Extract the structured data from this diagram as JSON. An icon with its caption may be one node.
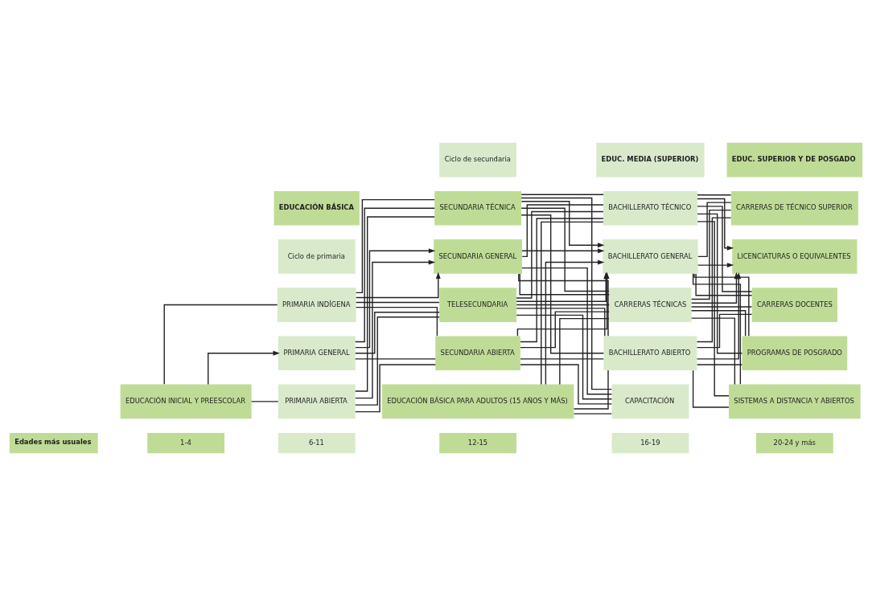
{
  "diagram": {
    "nodes": [
      {
        "text": [
          "EDUCACIÓN BÁSICA"
        ]
      },
      {
        "text": [
          "EDUC. MEDIA (SUPERIOR)"
        ]
      },
      {
        "text": [
          "EDUC. SUPERIOR Y DE POSGADO"
        ]
      },
      {
        "text": [
          "Ciclo de primaria"
        ]
      },
      {
        "text": [
          "Ciclo de secundaria"
        ]
      },
      {
        "text": [
          "EDUCACIÓN INICIAL Y PREESCOLAR"
        ]
      },
      {
        "text": [
          "PRIMARIA INDÍGENA"
        ]
      },
      {
        "text": [
          "SECUNDARIA TÉCNICA"
        ]
      },
      {
        "text": [
          "BACHILLERATO TÉCNICO"
        ]
      },
      {
        "text": [
          "CARRERAS DE TÉCNICO SUPERIOR"
        ]
      },
      {
        "text": [
          "PRIMARIA GENERAL"
        ]
      },
      {
        "text": [
          "SECUNDARIA GENERAL"
        ]
      },
      {
        "text": [
          "BACHILLERATO GENERAL"
        ]
      },
      {
        "text": [
          "LICENCIATURAS O EQUIVALENTES"
        ]
      },
      {
        "text": [
          "PRIMARIA ABIERTA"
        ]
      },
      {
        "text": [
          "TELESECUNDARIA"
        ]
      },
      {
        "text": [
          "CARRERAS TÉCNICAS"
        ]
      },
      {
        "text": [
          "CARRERAS DOCENTES"
        ]
      },
      {
        "text": [
          "SECUNDARIA ABIERTA"
        ]
      },
      {
        "text": [
          "BACHILLERATO ABIERTO"
        ]
      },
      {
        "text": [
          "PROGRAMAS DE POSGRADO"
        ]
      },
      {
        "text": [
          "EDUCACIÓN BÁSICA PARA ADULTOS (15 AÑOS Y MÁS)"
        ]
      },
      {
        "text": [
          "CAPACITACIÓN"
        ]
      },
      {
        "text": [
          "SISTEMAS A DISTANCIA Y ABIERTOS"
        ]
      },
      {
        "text": [
          "Edades más usuales"
        ]
      },
      {
        "text": [
          "1-4"
        ]
      },
      {
        "text": [
          "6-11"
        ]
      },
      {
        "text": [
          "12-15"
        ]
      },
      {
        "text": [
          "16-19"
        ]
      },
      {
        "text": [
          "20-24 y más"
        ]
      }
    ],
    "edges": [
      {
        "from": 5,
        "to": 6,
        "arrow": "none"
      },
      {
        "from": 5,
        "to": 10,
        "arrow": "to"
      },
      {
        "from": 5,
        "to": 14,
        "arrow": "none"
      },
      {
        "from": 6,
        "to": 7,
        "arrow": "none"
      },
      {
        "from": 6,
        "to": 11,
        "arrow": "to"
      },
      {
        "from": 6,
        "to": 15,
        "arrow": "none"
      },
      {
        "from": 6,
        "to": 18,
        "arrow": "none"
      },
      {
        "from": 10,
        "to": 7,
        "arrow": "none"
      },
      {
        "from": 10,
        "to": 11,
        "arrow": "to"
      },
      {
        "from": 10,
        "to": 15,
        "arrow": "none"
      },
      {
        "from": 10,
        "to": 18,
        "arrow": "none"
      },
      {
        "from": 14,
        "to": 7,
        "arrow": "none"
      },
      {
        "from": 14,
        "to": 11,
        "arrow": "to"
      },
      {
        "from": 14,
        "to": 15,
        "arrow": "none"
      },
      {
        "from": 14,
        "to": 18,
        "arrow": "none"
      },
      {
        "from": 7,
        "to": 8,
        "arrow": "none"
      },
      {
        "from": 7,
        "to": 12,
        "arrow": "to"
      },
      {
        "from": 7,
        "to": 16,
        "arrow": "none"
      },
      {
        "from": 7,
        "to": 19,
        "arrow": "none"
      },
      {
        "from": 7,
        "to": 22,
        "arrow": "none"
      },
      {
        "from": 11,
        "to": 8,
        "arrow": "none"
      },
      {
        "from": 11,
        "to": 12,
        "arrow": "to"
      },
      {
        "from": 11,
        "to": 16,
        "arrow": "none"
      },
      {
        "from": 11,
        "to": 19,
        "arrow": "none"
      },
      {
        "from": 11,
        "to": 22,
        "arrow": "none"
      },
      {
        "from": 15,
        "to": 8,
        "arrow": "none"
      },
      {
        "from": 15,
        "to": 12,
        "arrow": "to"
      },
      {
        "from": 15,
        "to": 16,
        "arrow": "none"
      },
      {
        "from": 15,
        "to": 19,
        "arrow": "none"
      },
      {
        "from": 15,
        "to": 22,
        "arrow": "none"
      },
      {
        "from": 18,
        "to": 8,
        "arrow": "none"
      },
      {
        "from": 18,
        "to": 12,
        "arrow": "to"
      },
      {
        "from": 18,
        "to": 16,
        "arrow": "none"
      },
      {
        "from": 18,
        "to": 19,
        "arrow": "none"
      },
      {
        "from": 18,
        "to": 22,
        "arrow": "none"
      },
      {
        "from": 21,
        "to": 8,
        "arrow": "none"
      },
      {
        "from": 21,
        "to": 12,
        "arrow": "to"
      },
      {
        "from": 21,
        "to": 16,
        "arrow": "none"
      },
      {
        "from": 21,
        "to": 19,
        "arrow": "none"
      },
      {
        "from": 21,
        "to": 22,
        "arrow": "none"
      },
      {
        "from": 8,
        "to": 9,
        "arrow": "none"
      },
      {
        "from": 8,
        "to": 13,
        "arrow": "to"
      },
      {
        "from": 8,
        "to": 17,
        "arrow": "none"
      },
      {
        "from": 8,
        "to": 20,
        "arrow": "none"
      },
      {
        "from": 8,
        "to": 23,
        "arrow": "none"
      },
      {
        "from": 12,
        "to": 9,
        "arrow": "none"
      },
      {
        "from": 12,
        "to": 13,
        "arrow": "to"
      },
      {
        "from": 12,
        "to": 17,
        "arrow": "none"
      },
      {
        "from": 12,
        "to": 20,
        "arrow": "none"
      },
      {
        "from": 12,
        "to": 23,
        "arrow": "none"
      },
      {
        "from": 16,
        "to": 9,
        "arrow": "none"
      },
      {
        "from": 16,
        "to": 13,
        "arrow": "to"
      },
      {
        "from": 16,
        "to": 17,
        "arrow": "none"
      },
      {
        "from": 16,
        "to": 20,
        "arrow": "none"
      },
      {
        "from": 16,
        "to": 23,
        "arrow": "none"
      },
      {
        "from": 19,
        "to": 9,
        "arrow": "none"
      },
      {
        "from": 19,
        "to": 13,
        "arrow": "to"
      },
      {
        "from": 19,
        "to": 17,
        "arrow": "none"
      },
      {
        "from": 19,
        "to": 20,
        "arrow": "none"
      },
      {
        "from": 19,
        "to": 23,
        "arrow": "none"
      }
    ]
  }
}
